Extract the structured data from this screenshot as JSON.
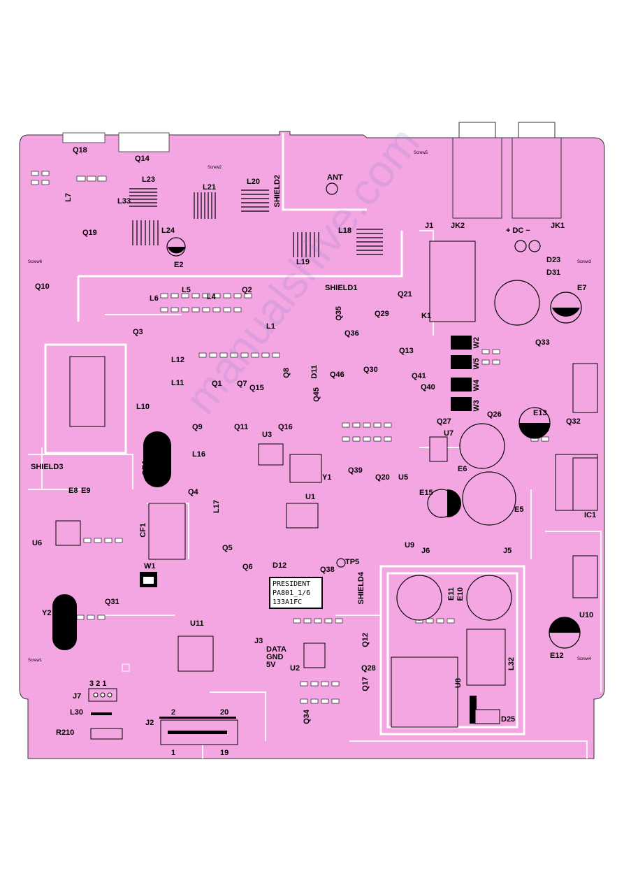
{
  "board": {
    "outline_color": "#f4a6e2",
    "trace_color": "#ffffff",
    "silk_color": "#000000",
    "brand": {
      "line1": "PRESIDENT",
      "line2": "PA801_1/6",
      "line3": "133A1FC"
    },
    "watermark": "manualshive.com"
  },
  "labels": {
    "q18": "Q18",
    "q14": "Q14",
    "screw2": "Screw2",
    "screw5": "Screw5",
    "screw6": "Screw6",
    "screw3": "Screw3",
    "screw1": "Screw1",
    "screw4": "Screw4",
    "l23": "L23",
    "l21": "L21",
    "l20": "L20",
    "shield2": "SHIELD2",
    "ant": "ANT",
    "jk2": "JK2",
    "jk1": "JK1",
    "j1": "J1",
    "l33": "L33",
    "q19": "Q19",
    "l24": "L24",
    "e2": "E2",
    "l19": "L19",
    "l18": "L18",
    "d23": "D23",
    "d31": "D31",
    "e7": "E7",
    "q10": "Q10",
    "shield1": "SHIELD1",
    "q21": "Q21",
    "k1": "K1",
    "q29": "Q29",
    "q35": "Q35",
    "q36": "Q36",
    "q30": "Q30",
    "q13": "Q13",
    "q33": "Q33",
    "w2": "W2",
    "w5": "W5",
    "w4": "W4",
    "w3": "W3",
    "q41": "Q41",
    "q40": "Q40",
    "q27": "Q27",
    "q26": "Q26",
    "e13": "E13",
    "q32": "Q32",
    "shield3": "SHIELD3",
    "cb1": "CB1",
    "l16": "L16",
    "u3": "U3",
    "y1": "Y1",
    "u7": "U7",
    "e6": "E6",
    "q20": "Q20",
    "u5": "U5",
    "q39": "Q39",
    "e15": "E15",
    "e5": "E5",
    "ic1": "IC1",
    "u6": "U6",
    "e8": "E8",
    "e9": "E9",
    "cf1": "CF1",
    "l17": "L17",
    "u1": "U1",
    "j6": "J6",
    "j5": "J5",
    "u9": "U9",
    "tp5": "TP5",
    "q38": "Q38",
    "d12": "D12",
    "q6": "Q6",
    "q5": "Q5",
    "w1": "W1",
    "y2": "Y2",
    "q31": "Q31",
    "shield4": "SHIELD4",
    "e11": "E11",
    "e10": "E10",
    "u10": "U10",
    "e12": "E12",
    "u11": "U11",
    "j3": "J3",
    "data": "DATA",
    "gnd": "GND",
    "v5": "5V",
    "u2": "U2",
    "q12": "Q12",
    "q28": "Q28",
    "q17": "Q17",
    "l32": "L32",
    "u8": "U8",
    "d25": "D25",
    "j7": "J7",
    "j7pins": "3 2 1",
    "l30": "L30",
    "r210": "R210",
    "j2": "J2",
    "j2_2": "2",
    "j2_20": "20",
    "j2_1": "1",
    "j2_19": "19",
    "dc": "+ DC −",
    "l5": "L5",
    "l6": "L6",
    "l4": "L4",
    "q2": "Q2",
    "l1": "L1",
    "q3": "Q3",
    "l12": "L12",
    "l11": "L11",
    "l10": "L10",
    "q1": "Q1",
    "q7": "Q7",
    "q15": "Q15",
    "q8": "Q8",
    "d11": "D11",
    "q46": "Q46",
    "q45": "Q45",
    "q9": "Q9",
    "q11": "Q11",
    "q16": "Q16",
    "q4": "Q4",
    "l7": "L7",
    "q34": "Q34"
  }
}
